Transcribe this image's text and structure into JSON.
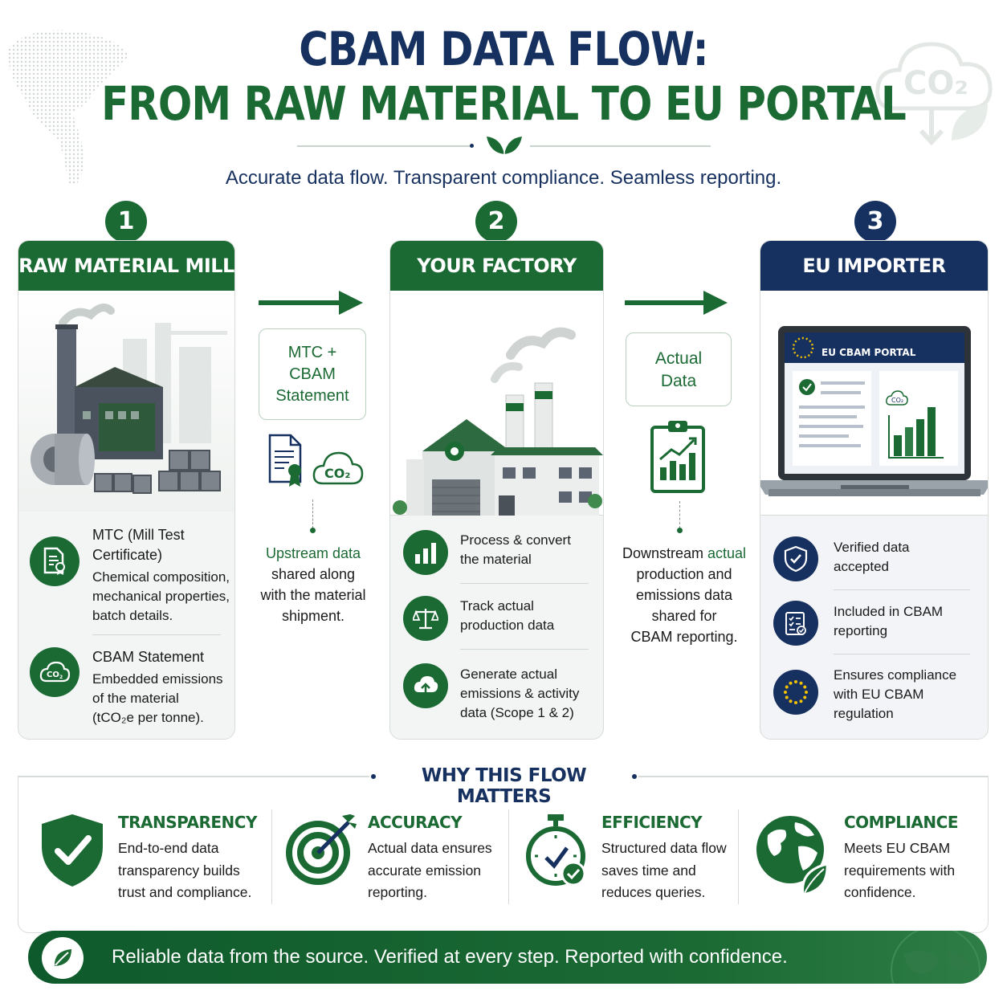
{
  "header": {
    "title_line1": "CBAM DATA FLOW:",
    "title_line2": "FROM RAW MATERIAL TO EU PORTAL",
    "subtitle": "Accurate data flow. Transparent compliance. Seamless reporting."
  },
  "colors": {
    "navy": "#16305f",
    "green": "#1b6a34",
    "light_bg": "#f2f5f3"
  },
  "steps": [
    {
      "number": "1",
      "title": "RAW MATERIAL MILL",
      "items": [
        {
          "heading_l1": "MTC (Mill Test",
          "heading_l2": "Certificate)",
          "desc_l1": "Chemical composition,",
          "desc_l2": "mechanical properties,",
          "desc_l3": "batch details.",
          "icon": "certificate-icon"
        },
        {
          "heading": "CBAM Statement",
          "desc_l1": "Embedded emissions",
          "desc_l2": "of the material",
          "desc_l3": "(tCO₂e per tonne).",
          "icon": "co2-cloud-icon"
        }
      ]
    },
    {
      "number": "2",
      "title": "YOUR FACTORY",
      "items": [
        {
          "l1": "Process & convert",
          "l2": "the material",
          "icon": "bar-chart-icon"
        },
        {
          "l1": "Track actual",
          "l2": "production data",
          "icon": "scale-icon"
        },
        {
          "l1": "Generate actual",
          "l2": "emissions & activity",
          "l3": "data (Scope 1 & 2)",
          "icon": "cloud-upload-icon"
        }
      ]
    },
    {
      "number": "3",
      "title": "EU IMPORTER PORTAL",
      "screen_label": "EU CBAM PORTAL",
      "screen_co2": "CO₂",
      "items": [
        {
          "l1": "Verified data",
          "l2": "accepted",
          "icon": "shield-check-icon"
        },
        {
          "l1": "Included in CBAM",
          "l2": "reporting",
          "icon": "checklist-icon"
        },
        {
          "l1": "Ensures compliance",
          "l2": "with EU CBAM",
          "l3": "regulation",
          "icon": "eu-flag-icon"
        }
      ]
    }
  ],
  "connectors": [
    {
      "box_l1": "MTC +",
      "box_l2": "CBAM",
      "box_l3": "Statement",
      "co2": "CO₂",
      "desc_l1_green": "Upstream data",
      "desc_l2": "shared along",
      "desc_l3": "with the material",
      "desc_l4": "shipment."
    },
    {
      "box_l1": "Actual",
      "box_l2": "Data",
      "desc_l1_black": "Downstream ",
      "desc_l1_green": "actual",
      "desc_l2": "production and",
      "desc_l3": "emissions data",
      "desc_l4": "shared for",
      "desc_l5": "CBAM reporting."
    }
  ],
  "why": {
    "title": "WHY THIS FLOW MATTERS",
    "items": [
      {
        "title": "TRANSPARENCY",
        "l1": "End-to-end data",
        "l2": "transparency builds",
        "l3": "trust and compliance.",
        "icon": "shield-check-icon"
      },
      {
        "title": "ACCURACY",
        "l1": "Actual data ensures",
        "l2": "accurate emission",
        "l3": "reporting.",
        "icon": "target-icon"
      },
      {
        "title": "EFFICIENCY",
        "l1": "Structured data flow",
        "l2": "saves time and",
        "l3": "reduces queries.",
        "icon": "stopwatch-icon"
      },
      {
        "title": "COMPLIANCE",
        "l1": "Meets EU CBAM",
        "l2": "requirements with",
        "l3": "confidence.",
        "icon": "globe-leaf-icon"
      }
    ]
  },
  "footer": {
    "text": "Reliable data from the source. Verified at every step. Reported with confidence."
  },
  "decor": {
    "co2": "CO₂"
  }
}
